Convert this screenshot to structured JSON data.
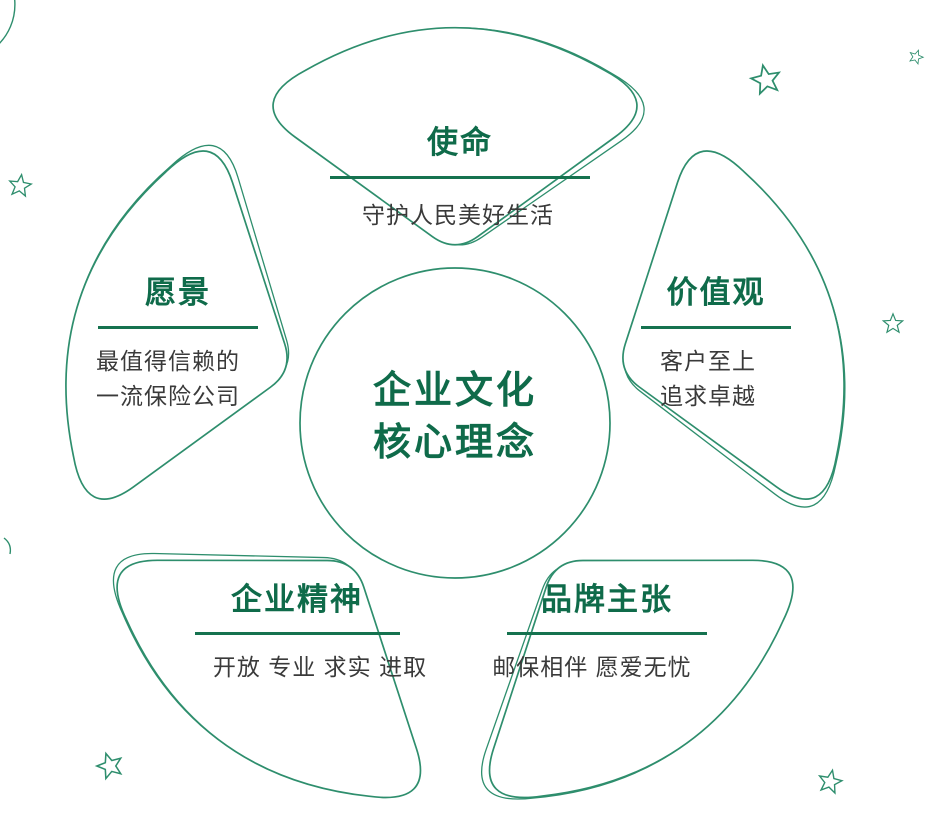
{
  "diagram": {
    "center": {
      "line1": "企业文化",
      "line2": "核心理念"
    },
    "petals": {
      "mission": {
        "title": "使命",
        "subtitle": "守护人民美好生活"
      },
      "values": {
        "title": "价值观",
        "line1": "客户至上",
        "line2": "追求卓越"
      },
      "vision": {
        "title": "愿景",
        "line1": "最值得信赖的",
        "line2": "一流保险公司"
      },
      "spirit": {
        "title": "企业精神",
        "subtitle": "开放 专业 求实 进取"
      },
      "brand": {
        "title": "品牌主张",
        "subtitle": "邮保相伴 愿爱无忧"
      }
    },
    "icons": {
      "sparkle_star": "☆",
      "corner_arc": "curved stroke decoration"
    },
    "colors": {
      "outline_green": "#2e8e6d",
      "title_green": "#0f6b4a",
      "underline_green": "#15724f",
      "subtitle_gray": "#3a3a3a",
      "background": "#ffffff"
    }
  }
}
